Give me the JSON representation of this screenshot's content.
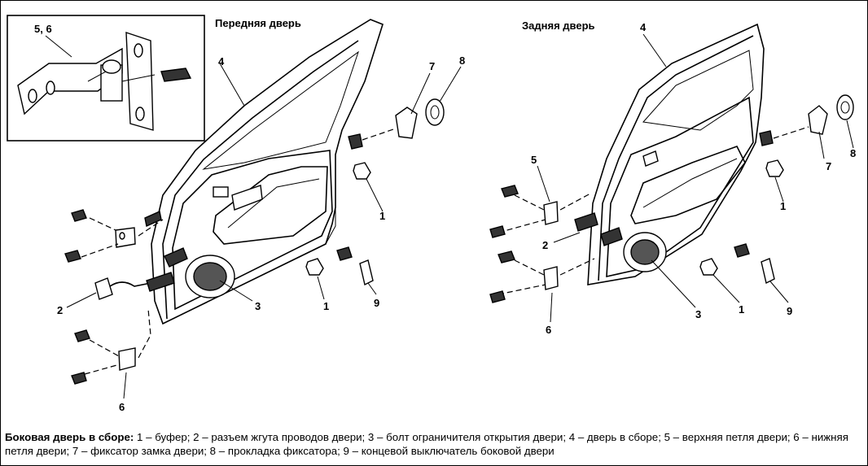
{
  "inset": {
    "label": "5, 6"
  },
  "front_door": {
    "title": "Передняя дверь",
    "labels": {
      "l1": "1",
      "l2": "2",
      "l3": "3",
      "l4": "4",
      "l6": "6",
      "l7": "7",
      "l8": "8",
      "l9": "9"
    }
  },
  "rear_door": {
    "title": "Задняя дверь",
    "labels": {
      "l1": "1",
      "l2": "2",
      "l3": "3",
      "l4": "4",
      "l5": "5",
      "l6": "6",
      "l7": "7",
      "l8": "8",
      "l9": "9"
    }
  },
  "caption": {
    "heading": "Боковая дверь в сборе:",
    "text": " 1 – буфер; 2 – разъем жгута проводов двери; 3 – болт ограничителя открытия двери; 4 – дверь в сборе; 5 – верхняя петля двери; 6 – нижняя петля двери; 7 – фиксатор замка двери; 8 – прокладка фиксатора; 9 – концевой выключатель боковой двери"
  }
}
